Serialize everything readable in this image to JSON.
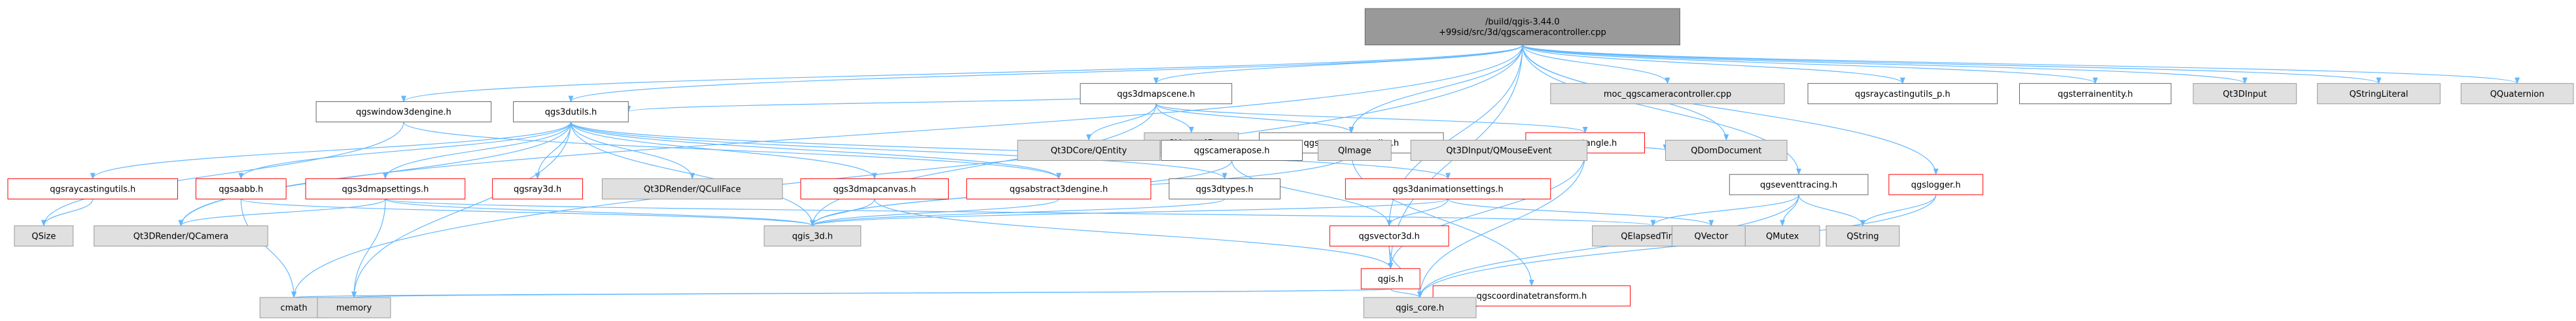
{
  "colors": {
    "root_fill": "#999999",
    "node_fill": "#ffffff",
    "node_stroke_red": "#ff0000",
    "node_stroke_black": "#666666",
    "external_fill": "#e0e0e0",
    "external_stroke": "#999999",
    "edge": "#63b8ff"
  },
  "nodes": [
    {
      "id": "root",
      "label": "/build/qgis-3.44.0\n+99sid/src/3d/qgscameracontroller.cpp",
      "kind": "root"
    },
    {
      "id": "qgs3dmapscene",
      "label": "qgs3dmapscene.h",
      "kind": "black"
    },
    {
      "id": "moc",
      "label": "moc_qgscameracontroller.cpp",
      "kind": "external"
    },
    {
      "id": "qgsraycastingutils_p",
      "label": "qgsraycastingutils_p.h",
      "kind": "black"
    },
    {
      "id": "qgsterrainentity",
      "label": "qgsterrainentity.h",
      "kind": "black"
    },
    {
      "id": "qt3dinput",
      "label": "Qt3DInput",
      "kind": "external"
    },
    {
      "id": "qstringliteral",
      "label": "QStringLiteral",
      "kind": "external"
    },
    {
      "id": "qquaternion",
      "label": "QQuaternion",
      "kind": "external"
    },
    {
      "id": "qgswindow3dengine",
      "label": "qgswindow3dengine.h",
      "kind": "black"
    },
    {
      "id": "qgs3dutils",
      "label": "qgs3dutils.h",
      "kind": "black"
    },
    {
      "id": "qvector4d",
      "label": "QVector4D",
      "kind": "external"
    },
    {
      "id": "qgscameracontroller",
      "label": "qgscameracontroller.h",
      "kind": "black"
    },
    {
      "id": "qgsrectangle",
      "label": "qgsrectangle.h",
      "kind": "red"
    },
    {
      "id": "qgseventtracing",
      "label": "qgseventtracing.h",
      "kind": "black"
    },
    {
      "id": "qgslogger",
      "label": "qgslogger.h",
      "kind": "red"
    },
    {
      "id": "qgsraycastingutils",
      "label": "qgsraycastingutils.h",
      "kind": "red"
    },
    {
      "id": "qgsaabb",
      "label": "qgsaabb.h",
      "kind": "red"
    },
    {
      "id": "qgs3dmapsettings",
      "label": "qgs3dmapsettings.h",
      "kind": "red"
    },
    {
      "id": "qgsray3d",
      "label": "qgsray3d.h",
      "kind": "red"
    },
    {
      "id": "qcullface",
      "label": "Qt3DRender/QCullFace",
      "kind": "external"
    },
    {
      "id": "qgs3dmapcanvas",
      "label": "qgs3dmapcanvas.h",
      "kind": "red"
    },
    {
      "id": "qgsabstract3dengine",
      "label": "qgsabstract3dengine.h",
      "kind": "red"
    },
    {
      "id": "qgs3dtypes",
      "label": "qgs3dtypes.h",
      "kind": "black"
    },
    {
      "id": "qgs3danimationsettings",
      "label": "qgs3danimationsettings.h",
      "kind": "red"
    },
    {
      "id": "qt3dcore_qentity",
      "label": "Qt3DCore/QEntity",
      "kind": "external"
    },
    {
      "id": "qgscamerapose",
      "label": "qgscamerapose.h",
      "kind": "black"
    },
    {
      "id": "qimage",
      "label": "QImage",
      "kind": "external"
    },
    {
      "id": "qmouseevent",
      "label": "Qt3DInput/QMouseEvent",
      "kind": "external"
    },
    {
      "id": "qdomdocument",
      "label": "QDomDocument",
      "kind": "external"
    },
    {
      "id": "qsize",
      "label": "QSize",
      "kind": "external"
    },
    {
      "id": "qcamera",
      "label": "Qt3DRender/QCamera",
      "kind": "external"
    },
    {
      "id": "qgis_3d",
      "label": "qgis_3d.h",
      "kind": "external"
    },
    {
      "id": "qgsvector3d",
      "label": "qgsvector3d.h",
      "kind": "red"
    },
    {
      "id": "qelapsedtimer",
      "label": "QElapsedTimer",
      "kind": "external"
    },
    {
      "id": "qvector",
      "label": "QVector",
      "kind": "external"
    },
    {
      "id": "qmutex",
      "label": "QMutex",
      "kind": "external"
    },
    {
      "id": "qstring",
      "label": "QString",
      "kind": "external"
    },
    {
      "id": "qgis",
      "label": "qgis.h",
      "kind": "red"
    },
    {
      "id": "qgscoordinatetransform",
      "label": "qgscoordinatetransform.h",
      "kind": "red"
    },
    {
      "id": "cmath",
      "label": "cmath",
      "kind": "external"
    },
    {
      "id": "memory",
      "label": "memory",
      "kind": "external"
    },
    {
      "id": "qgis_core",
      "label": "qgis_core.h",
      "kind": "external"
    }
  ],
  "edges": [
    [
      "root",
      "qgs3dmapscene"
    ],
    [
      "root",
      "moc"
    ],
    [
      "root",
      "qgsraycastingutils_p"
    ],
    [
      "root",
      "qgsterrainentity"
    ],
    [
      "root",
      "qt3dinput"
    ],
    [
      "root",
      "qstringliteral"
    ],
    [
      "root",
      "qquaternion"
    ],
    [
      "root",
      "qgswindow3dengine"
    ],
    [
      "root",
      "qgs3dutils"
    ],
    [
      "root",
      "qgscameracontroller"
    ],
    [
      "root",
      "qgseventtracing"
    ],
    [
      "root",
      "qgslogger"
    ],
    [
      "root",
      "qgis"
    ],
    [
      "root",
      "qgsvector3d"
    ],
    [
      "root",
      "qdomdocument"
    ],
    [
      "root",
      "cmath"
    ],
    [
      "root",
      "qcamera"
    ],
    [
      "qgs3dmapscene",
      "qgis_3d"
    ],
    [
      "qgs3dmapscene",
      "qvector4d"
    ],
    [
      "qgs3dmapscene",
      "qgscameracontroller"
    ],
    [
      "qgs3dmapscene",
      "qgsrectangle"
    ],
    [
      "qgs3dmapscene",
      "qt3dcore_qentity"
    ],
    [
      "qgs3dmapscene",
      "qgs3dutils"
    ],
    [
      "qgswindow3dengine",
      "qgsabstract3dengine"
    ],
    [
      "qgswindow3dengine",
      "qsize"
    ],
    [
      "qgs3dutils",
      "qgsraycastingutils"
    ],
    [
      "qgs3dutils",
      "qgsaabb"
    ],
    [
      "qgs3dutils",
      "qgs3dmapsettings"
    ],
    [
      "qgs3dutils",
      "qgsray3d"
    ],
    [
      "qgs3dutils",
      "qcullface"
    ],
    [
      "qgs3dutils",
      "qgs3dmapcanvas"
    ],
    [
      "qgs3dutils",
      "qgsabstract3dengine"
    ],
    [
      "qgs3dutils",
      "qgs3dtypes"
    ],
    [
      "qgs3dutils",
      "qgs3danimationsettings"
    ],
    [
      "qgs3dutils",
      "qcamera"
    ],
    [
      "qgs3dutils",
      "memory"
    ],
    [
      "qgs3dutils",
      "qgis_3d"
    ],
    [
      "qgscameracontroller",
      "qgscamerapose"
    ],
    [
      "qgscameracontroller",
      "qimage"
    ],
    [
      "qgscameracontroller",
      "qmouseevent"
    ],
    [
      "qgscameracontroller",
      "qgis_3d"
    ],
    [
      "qgscameracontroller",
      "qt3dcore_qentity"
    ],
    [
      "qgscameracontroller",
      "qgscoordinatetransform"
    ],
    [
      "qgsrectangle",
      "qdomdocument"
    ],
    [
      "qgsrectangle",
      "qgis"
    ],
    [
      "qgsrectangle",
      "qgis_core"
    ],
    [
      "qgseventtracing",
      "qelapsedtimer"
    ],
    [
      "qgseventtracing",
      "qmutex"
    ],
    [
      "qgseventtracing",
      "qstring"
    ],
    [
      "qgseventtracing",
      "qgis_core"
    ],
    [
      "qgslogger",
      "qstring"
    ],
    [
      "qgslogger",
      "qgis_core"
    ],
    [
      "qgsraycastingutils",
      "qsize"
    ],
    [
      "qgsaabb",
      "cmath"
    ],
    [
      "qgsaabb",
      "qgis_3d"
    ],
    [
      "qgs3dmapsettings",
      "qcamera"
    ],
    [
      "qgs3dmapsettings",
      "memory"
    ],
    [
      "qgs3dmapsettings",
      "qgis_3d"
    ],
    [
      "qgs3dmapcanvas",
      "qgis_3d"
    ],
    [
      "qgs3dmapcanvas",
      "qgis"
    ],
    [
      "qgsabstract3dengine",
      "qgis_3d"
    ],
    [
      "qgs3dtypes",
      "qgis_3d"
    ],
    [
      "qgs3danimationsettings",
      "qgis_3d"
    ],
    [
      "qgs3danimationsettings",
      "qgsvector3d"
    ],
    [
      "qgs3danimationsettings",
      "qvector"
    ],
    [
      "qgscamerapose",
      "qgis_3d"
    ],
    [
      "qgscamerapose",
      "qgsvector3d"
    ],
    [
      "qgsvector3d",
      "qgis"
    ],
    [
      "qgsvector3d",
      "qgis_core"
    ],
    [
      "qgis",
      "cmath"
    ],
    [
      "qgis",
      "memory"
    ],
    [
      "qgis",
      "qgis_core"
    ],
    [
      "qgscoordinatetransform",
      "qgis_core"
    ],
    [
      "qgs3dmapsettings",
      "qelapsedtimer"
    ]
  ]
}
